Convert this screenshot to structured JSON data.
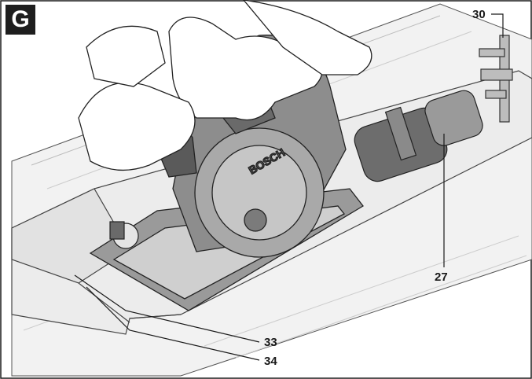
{
  "figure": {
    "label": "G",
    "brand_text": "BOSCH",
    "colors": {
      "ink": "#1a1a1a",
      "body": "#8c8c8c",
      "dark": "#4a4a4a",
      "wood": "#f1f1f1",
      "border": "#1a1a1a"
    }
  },
  "callouts": [
    {
      "id": "30",
      "text": "30"
    },
    {
      "id": "27",
      "text": "27"
    },
    {
      "id": "33",
      "text": "33"
    },
    {
      "id": "34",
      "text": "34"
    }
  ]
}
